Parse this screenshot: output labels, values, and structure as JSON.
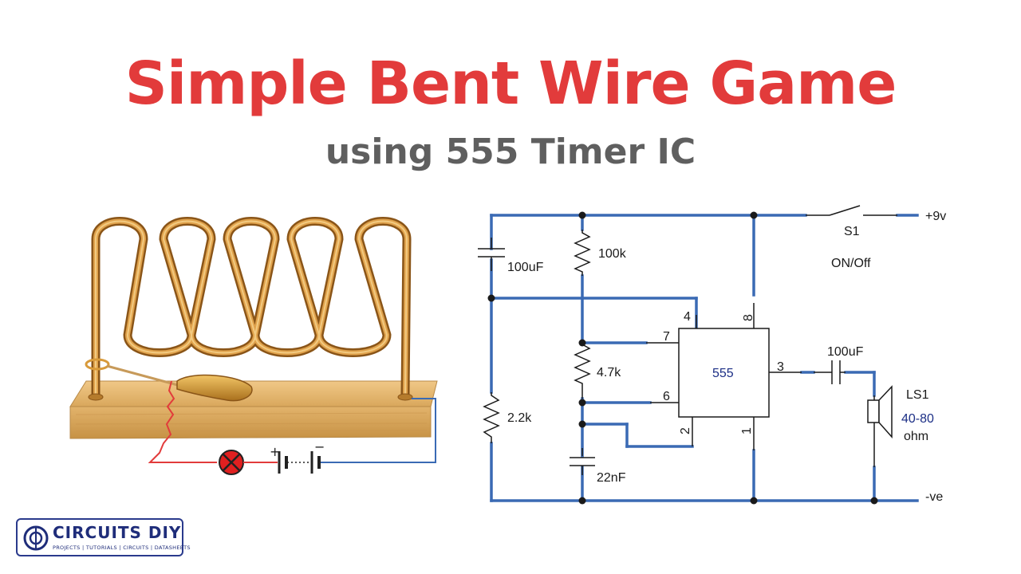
{
  "header": {
    "title": "Simple Bent Wire Game",
    "subtitle": "using 555 Timer IC"
  },
  "colors": {
    "title": "#e23b3b",
    "subtitle": "#5f5f5f",
    "wire": "#3a6ab4",
    "label_blue": "#1c2f86",
    "copper": "#c98a2e",
    "wood": "#e0b26a"
  },
  "schematic": {
    "supply_pos": "+9v",
    "supply_neg": "-ve",
    "switch_ref": "S1",
    "switch_label": "ON/Off",
    "c1": "100uF",
    "r1": "100k",
    "r2": "4.7k",
    "r3": "2.2k",
    "c2": "22nF",
    "c3": "100uF",
    "ic": "555",
    "pin4": "4",
    "pin8": "8",
    "pin7": "7",
    "pin6": "6",
    "pin3": "3",
    "pin2": "2",
    "pin1": "1",
    "speaker_ref": "LS1",
    "speaker_value": "40-80",
    "speaker_unit": "ohm"
  },
  "illustration": {
    "icons": [
      "bent-wire-loop",
      "wand-handle",
      "lamp-icon",
      "battery-icon"
    ],
    "battery_plus": "+",
    "battery_minus": "−"
  },
  "logo": {
    "name": "CIRCUITS DIY",
    "tagline": "PROJECTS | TUTORIALS | CIRCUITS | DATASHEETS"
  }
}
